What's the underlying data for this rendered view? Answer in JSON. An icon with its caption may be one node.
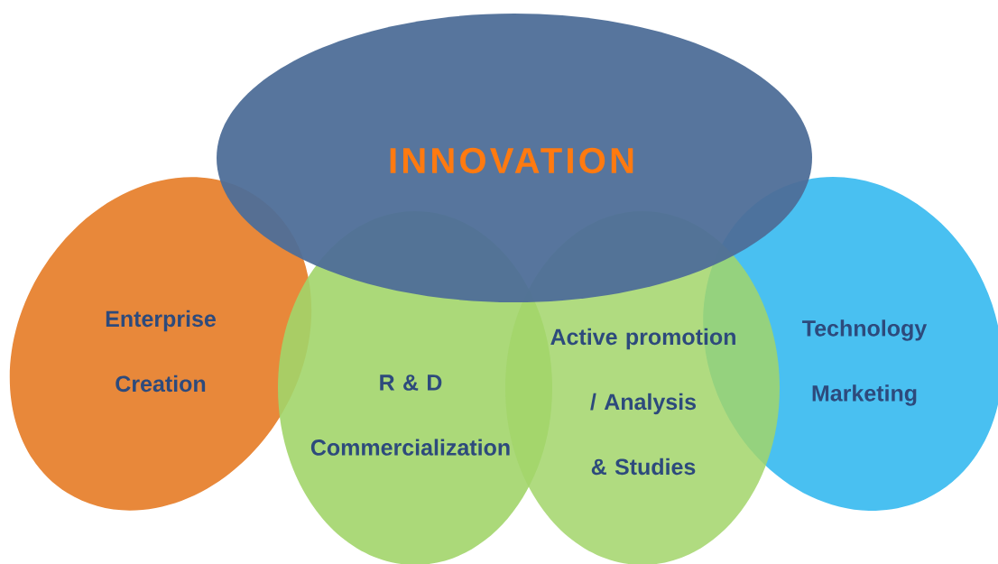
{
  "diagram": {
    "nodes": [
      {
        "text": [
          "INNOVATION"
        ]
      },
      {
        "text": [
          "Enterprise Creation"
        ]
      },
      {
        "text": [
          "R & D Commercialization"
        ]
      },
      {
        "text": [
          "Active promotion / Analysis & Studies"
        ]
      },
      {
        "text": [
          "Technology Marketing"
        ]
      }
    ]
  }
}
